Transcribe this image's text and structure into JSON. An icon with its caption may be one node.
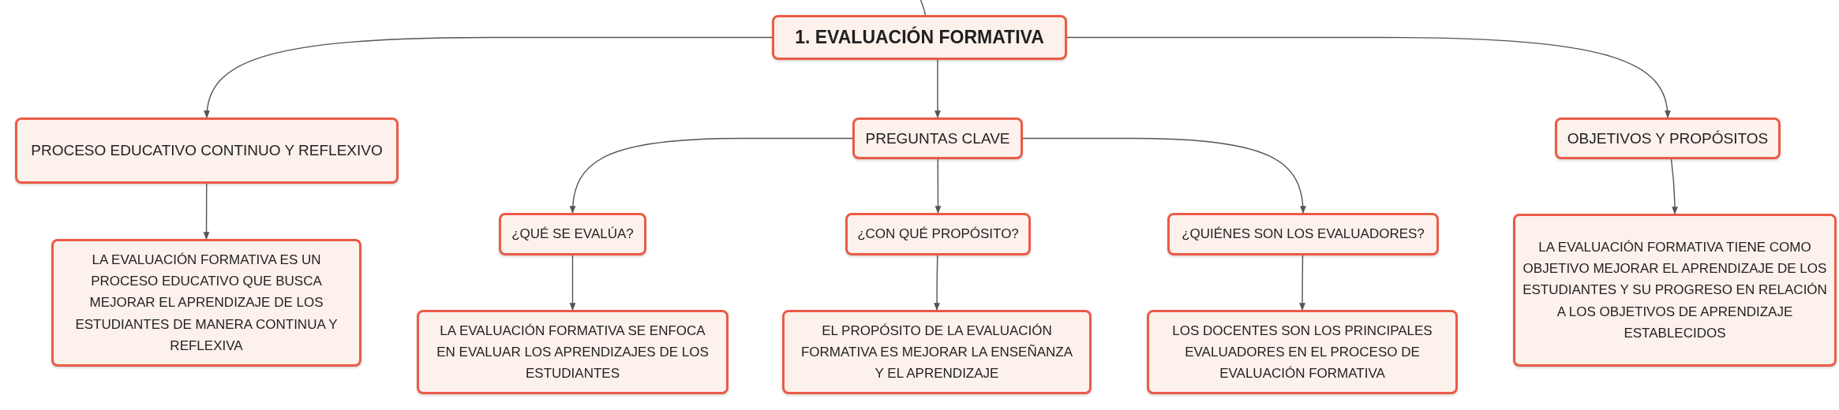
{
  "diagram": {
    "nodes": [
      {
        "text": [
          "1. EVALUACIÓN FORMATIVA"
        ]
      },
      {
        "text": [
          "PROCESO EDUCATIVO CONTINUO Y REFLEXIVO"
        ]
      },
      {
        "text": [
          "PREGUNTAS CLAVE"
        ]
      },
      {
        "text": [
          "OBJETIVOS Y PROPÓSITOS"
        ]
      },
      {
        "text": [
          "¿QUÉ SE EVALÚA?"
        ]
      },
      {
        "text": [
          "¿CON QUÉ PROPÓSITO?"
        ]
      },
      {
        "text": [
          "¿QUIÉNES SON LOS EVALUADORES?"
        ]
      },
      {
        "text": [
          "LA EVALUACIÓN FORMATIVA ES UN PROCESO EDUCATIVO QUE BUSCA MEJORAR EL APRENDIZAJE DE LOS ESTUDIANTES DE MANERA CONTINUA Y REFLEXIVA"
        ]
      },
      {
        "text": [
          "LA EVALUACIÓN FORMATIVA TIENE COMO OBJETIVO MEJORAR EL APRENDIZAJE DE LOS ESTUDIANTES Y SU PROGRESO EN RELACIÓN A LOS OBJETIVOS DE APRENDIZAJE ESTABLECIDOS"
        ]
      },
      {
        "text": [
          "LA EVALUACIÓN FORMATIVA SE ENFOCA EN EVALUAR LOS APRENDIZAJES DE LOS ESTUDIANTES"
        ]
      },
      {
        "text": [
          "EL PROPÓSITO DE LA EVALUACIÓN FORMATIVA ES MEJORAR LA ENSEÑANZA Y EL APRENDIZAJE"
        ]
      },
      {
        "text": [
          "LOS DOCENTES SON LOS PRINCIPALES EVALUADORES EN EL PROCESO DE EVALUACIÓN FORMATIVA"
        ]
      }
    ],
    "edges": [
      {
        "from": null,
        "to": 0,
        "arrow": "none"
      },
      {
        "from": 0,
        "to": 1,
        "arrow": "to"
      },
      {
        "from": 0,
        "to": 2,
        "arrow": "to"
      },
      {
        "from": 0,
        "to": 3,
        "arrow": "to"
      },
      {
        "from": 1,
        "to": 7,
        "arrow": "to"
      },
      {
        "from": 2,
        "to": 4,
        "arrow": "to"
      },
      {
        "from": 2,
        "to": 5,
        "arrow": "to"
      },
      {
        "from": 2,
        "to": 6,
        "arrow": "to"
      },
      {
        "from": 3,
        "to": 8,
        "arrow": "to"
      },
      {
        "from": 4,
        "to": 9,
        "arrow": "to"
      },
      {
        "from": 5,
        "to": 10,
        "arrow": "to"
      },
      {
        "from": 6,
        "to": 11,
        "arrow": "to"
      }
    ]
  }
}
